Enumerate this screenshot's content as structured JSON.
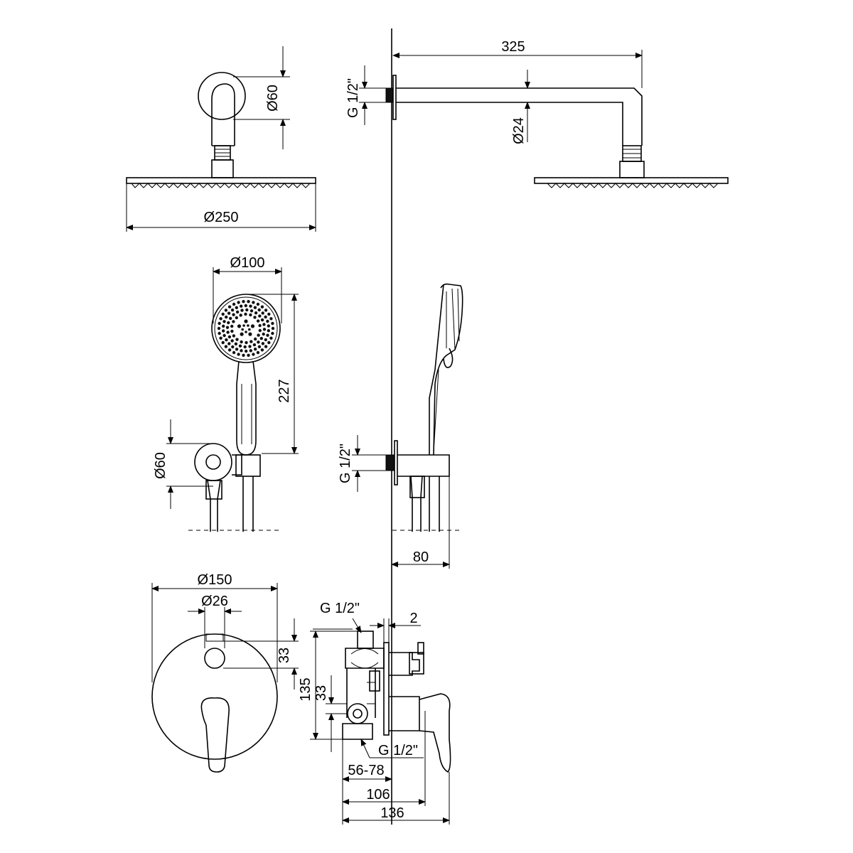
{
  "dimensions": {
    "head_mount_diameter": "Ø60",
    "head_diameter": "Ø250",
    "arm_length": "325",
    "arm_diameter": "Ø24",
    "arm_thread": "G 1/2\"",
    "hand_shower_diameter": "Ø100",
    "hand_shower_length": "227",
    "holder_diameter": "Ø60",
    "holder_thread": "G 1/2\"",
    "holder_depth": "80",
    "plate_diameter": "Ø150",
    "knob_diameter": "Ø26",
    "knob_offset": "33",
    "mixer_inlet_top": "G 1/2\"",
    "mixer_gap": "2",
    "mixer_height": "135",
    "mixer_offset": "33",
    "mixer_inlet_bottom": "G 1/2\"",
    "install_depth": "56-78",
    "depth_106": "106",
    "depth_136": "136"
  }
}
